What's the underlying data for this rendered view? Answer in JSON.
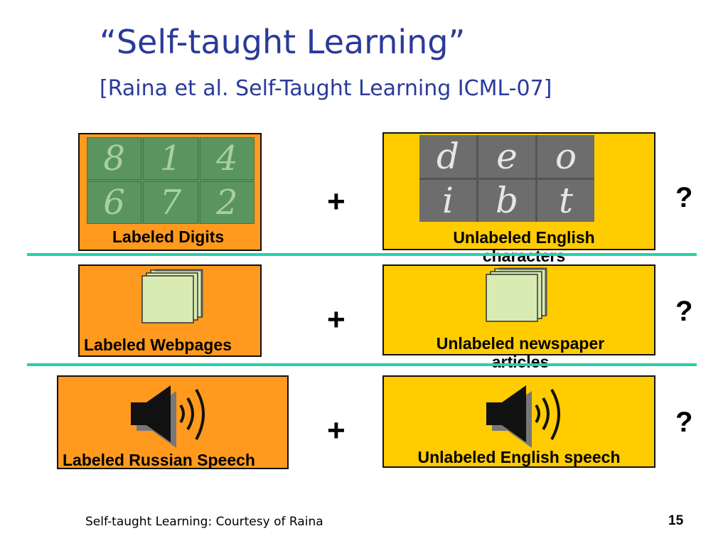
{
  "slide": {
    "title": "“Self-taught Learning”",
    "subtitle": "[Raina et al. Self-Taught Learning ICML-07]",
    "footer": "Self-taught Learning: Courtesy of Raina",
    "page_number": "15"
  },
  "rows": [
    {
      "labeled": "Labeled Digits",
      "unlabeled": "Unlabeled English characters",
      "plus": "+",
      "question": "?"
    },
    {
      "labeled": "Labeled Webpages",
      "unlabeled": "Unlabeled newspaper articles",
      "plus": "+",
      "question": "?"
    },
    {
      "labeled": "Labeled Russian Speech",
      "unlabeled": "Unlabeled English speech",
      "plus": "+",
      "question": "?"
    }
  ],
  "digit_samples": [
    "8",
    "1",
    "4",
    "6",
    "7",
    "2"
  ],
  "char_samples": [
    "d",
    "e",
    "o",
    "i",
    "b",
    "t"
  ],
  "colors": {
    "title": "#2a3a9a",
    "labeled_box": "#ff9a1e",
    "unlabeled_box": "#ffcc00",
    "separator": "#27d0a8"
  },
  "icons": {
    "documents": "documents-stack-icon",
    "speaker": "speaker-sound-icon"
  }
}
